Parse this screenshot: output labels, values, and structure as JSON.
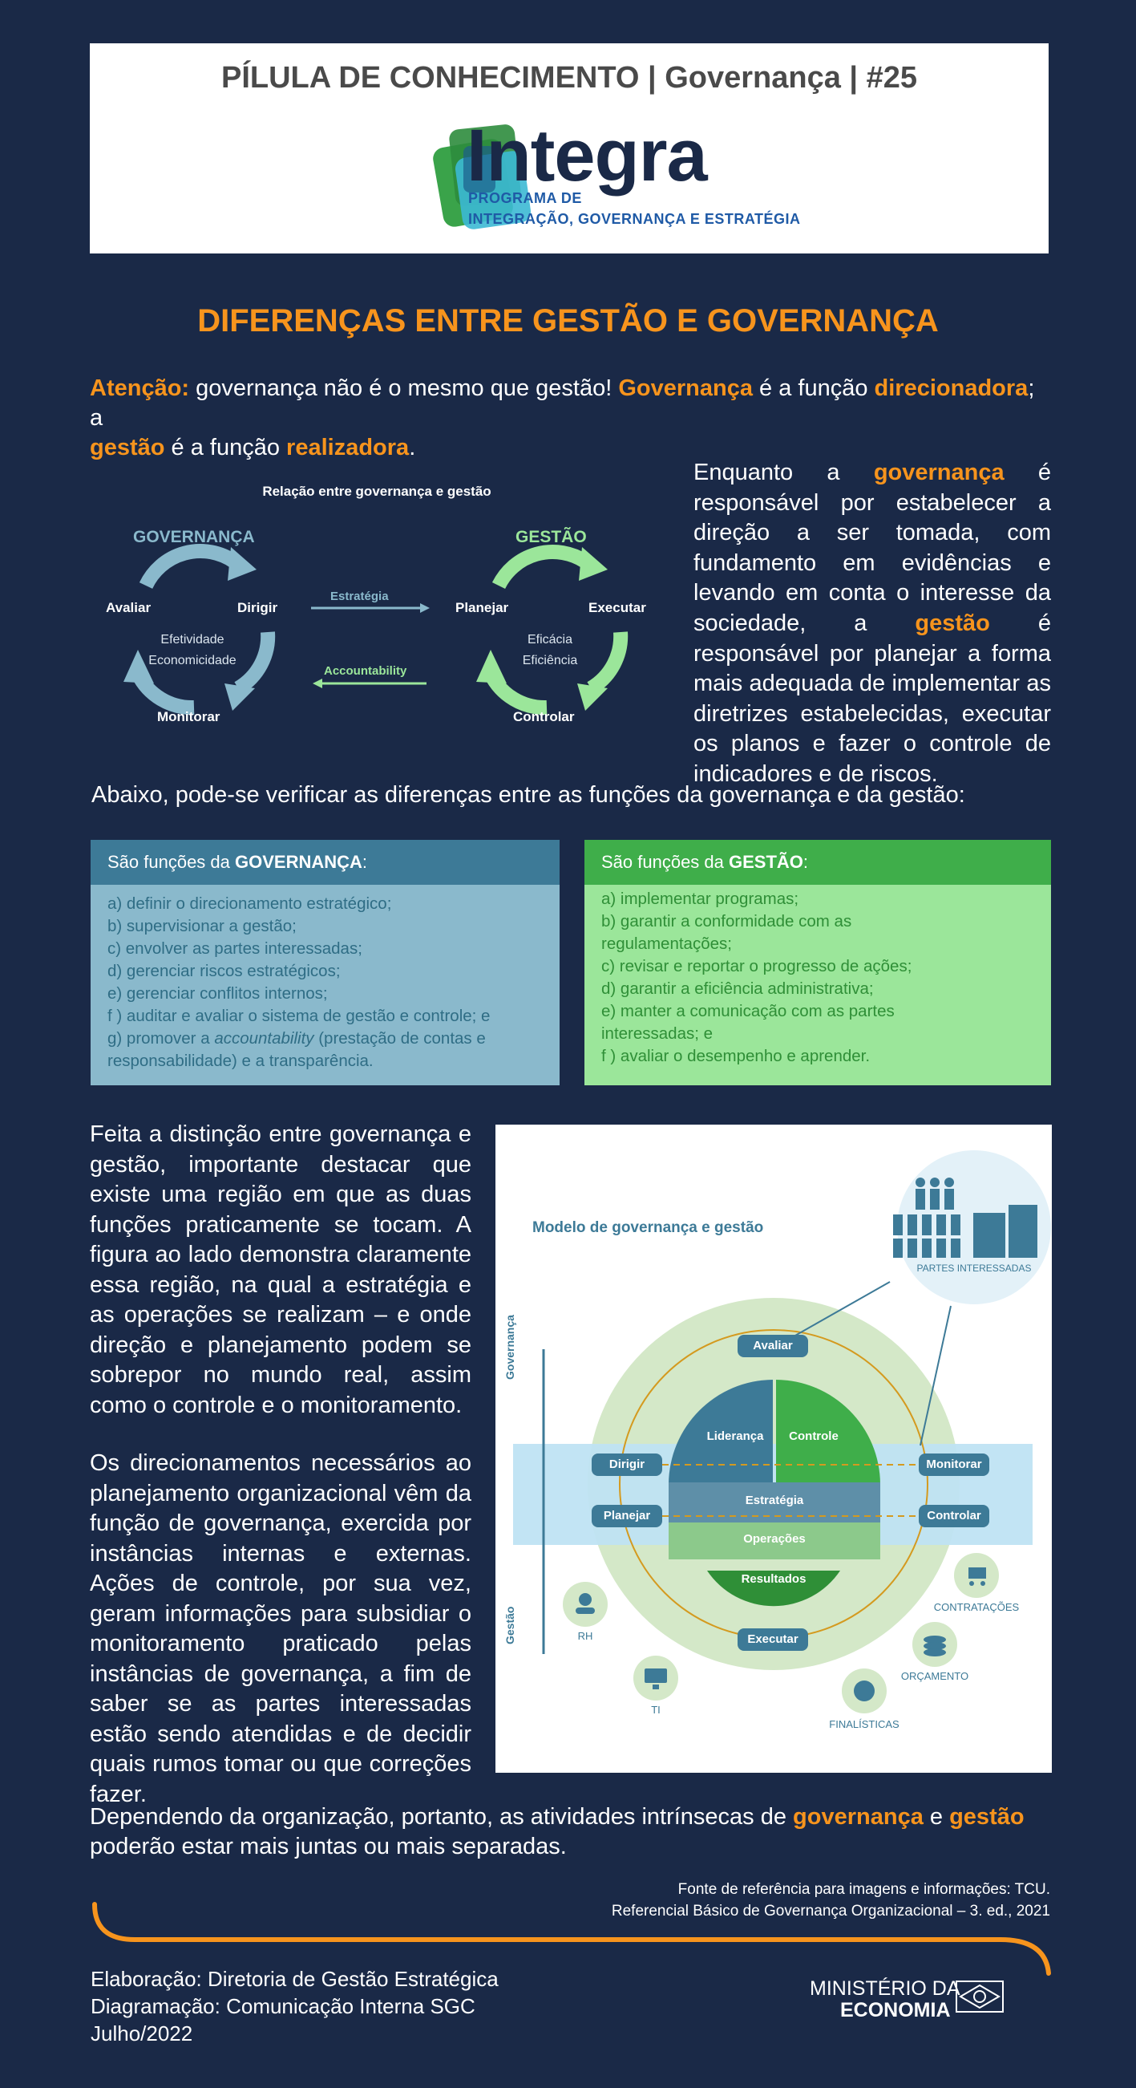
{
  "header": {
    "title": "PÍLULA DE CONHECIMENTO | Governança | #25",
    "logo_word": "Integra",
    "logo_sub_1": "PROGRAMA DE",
    "logo_sub_2": "INTEGRAÇÃO, GOVERNANÇA E ESTRATÉGIA"
  },
  "heading": "DIFERENÇAS ENTRE GESTÃO E GOVERNANÇA",
  "intro": {
    "p1": "Atenção:",
    "p2": " governança não é o mesmo que gestão! ",
    "p3": "Governança",
    "p4": " é a função ",
    "p5": "direcionadora",
    "p6": "; a ",
    "p7": "gestão",
    "p8": " é a função ",
    "p9": "realizadora",
    "p10": "."
  },
  "relation_diagram": {
    "title": "Relação entre governança e gestão",
    "gov_label": "GOVERNANÇA",
    "ges_label": "GESTÃO",
    "gov_left": "Avaliar",
    "gov_right": "Dirigir",
    "gov_bottom": "Monitorar",
    "gov_center_1": "Efetividade",
    "gov_center_2": "Economicidade",
    "ges_left": "Planejar",
    "ges_right": "Executar",
    "ges_bottom": "Controlar",
    "ges_center_1": "Eficácia",
    "ges_center_2": "Eficiência",
    "arrow_top": "Estratégia",
    "arrow_bottom": "Accountability"
  },
  "side_text": {
    "s1": "Enquanto a ",
    "s2": "governança",
    "s3": " é responsável por estabelecer a direção a ser tomada, com fundamento em evidências e levando em conta o interesse da sociedade, a ",
    "s4": "gestão",
    "s5": " é responsável por planejar a forma mais adequada de implementar as diretrizes estabelecidas, executar os planos e fazer o controle de indicadores e de riscos."
  },
  "below_text": "Abaixo, pode-se verificar as diferenças entre as funções da governança e da gestão:",
  "gov_box": {
    "head_a": "São funções da ",
    "head_b": "GOVERNANÇA",
    "head_c": ":",
    "items": [
      "a) definir o direcionamento estratégico;",
      "b) supervisionar a gestão;",
      "c) envolver as partes interessadas;",
      "d) gerenciar riscos estratégicos;",
      "e) gerenciar conflitos internos;",
      "f ) auditar e avaliar o sistema de gestão e controle; e",
      "g) promover a ",
      "accountability",
      " (prestação de contas e",
      "responsabilidade) e a transparência."
    ]
  },
  "ges_box": {
    "head_a": "São funções da ",
    "head_b": "GESTÃO",
    "head_c": ":",
    "items": [
      "a) implementar programas;",
      "b) garantir a conformidade com as",
      "regulamentações;",
      "c) revisar e reportar o progresso de ações;",
      "d) garantir a eficiência administrativa;",
      "e) manter a comunicação com as partes",
      "interessadas; e",
      "f ) avaliar o desempenho e aprender."
    ]
  },
  "para1": "Feita a distinção entre governança e gestão, importante destacar que existe uma região em que as duas funções praticamente se tocam. A figura ao lado demonstra claramente essa região, na qual a estratégia e as operações se realizam – e onde direção e planejamento podem se sobrepor no mundo real, assim como o controle e o monitoramento.",
  "para2": "Os direcionamentos necessários ao planejamento organizacional vêm da função de governança, exercida por instâncias internas e externas. Ações de controle, por sua vez, geram informações para subsidiar o monitoramento praticado pelas instâncias de governança, a fim de saber se as partes interessadas estão sendo atendidas e de decidir quais rumos tomar ou que correções fazer.",
  "model": {
    "title": "Modelo de governança e gestão",
    "partes": "PARTES INTERESSADAS",
    "avaliar": "Avaliar",
    "dirigir": "Dirigir",
    "monitorar": "Monitorar",
    "planejar": "Planejar",
    "controlar": "Controlar",
    "executar": "Executar",
    "lideranca": "Liderança",
    "controle": "Controle",
    "estrategia": "Estratégia",
    "operacoes": "Operações",
    "resultados": "Resultados",
    "governanca_axis": "Governança",
    "gestao_axis": "Gestão",
    "rh": "RH",
    "ti": "TI",
    "contratacoes": "CONTRATAÇÕES",
    "orcamento": "ORÇAMENTO",
    "finalisticas": "FINALÍSTICAS"
  },
  "closing": {
    "c1": "Dependendo da organização, portanto, as atividades intrínsecas de ",
    "c2": "governança",
    "c3": " e ",
    "c4": "gestão",
    "c5": "poderão estar mais juntas ou mais separadas."
  },
  "source": {
    "line1": "Fonte de referência para imagens e informações: TCU.",
    "line2": "Referencial Básico de Governança Organizacional – 3. ed., 2021"
  },
  "credits": {
    "line1": "Elaboração: Diretoria de Gestão Estratégica",
    "line2": "Diagramação: Comunicação Interna SGC",
    "line3": "Julho/2022"
  },
  "ministry": {
    "line1": "MINISTÉRIO DA",
    "line2": "ECONOMIA"
  },
  "colors": {
    "background": "#1a2947",
    "accent": "#f7941d",
    "governanca": "#3d7a97",
    "gestao": "#3fae4a"
  }
}
